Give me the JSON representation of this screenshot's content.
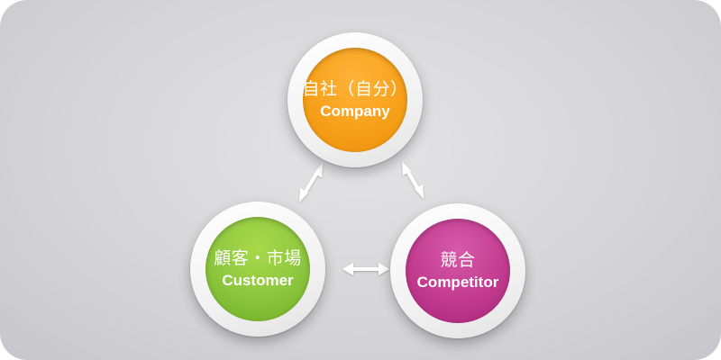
{
  "nodes": {
    "company": {
      "jp": "自社（自分）",
      "en": "Company",
      "color": "#f7a11a"
    },
    "customer": {
      "jp": "顧客・市場",
      "en": "Customer",
      "color": "#8cc63f"
    },
    "competitor": {
      "jp": "競合",
      "en": "Competitor",
      "color": "#c23b8f"
    }
  },
  "colors": {
    "background": "#d6d6d9",
    "arrow": "#ffffff"
  },
  "arrow_icon": "double-headed-arrow"
}
